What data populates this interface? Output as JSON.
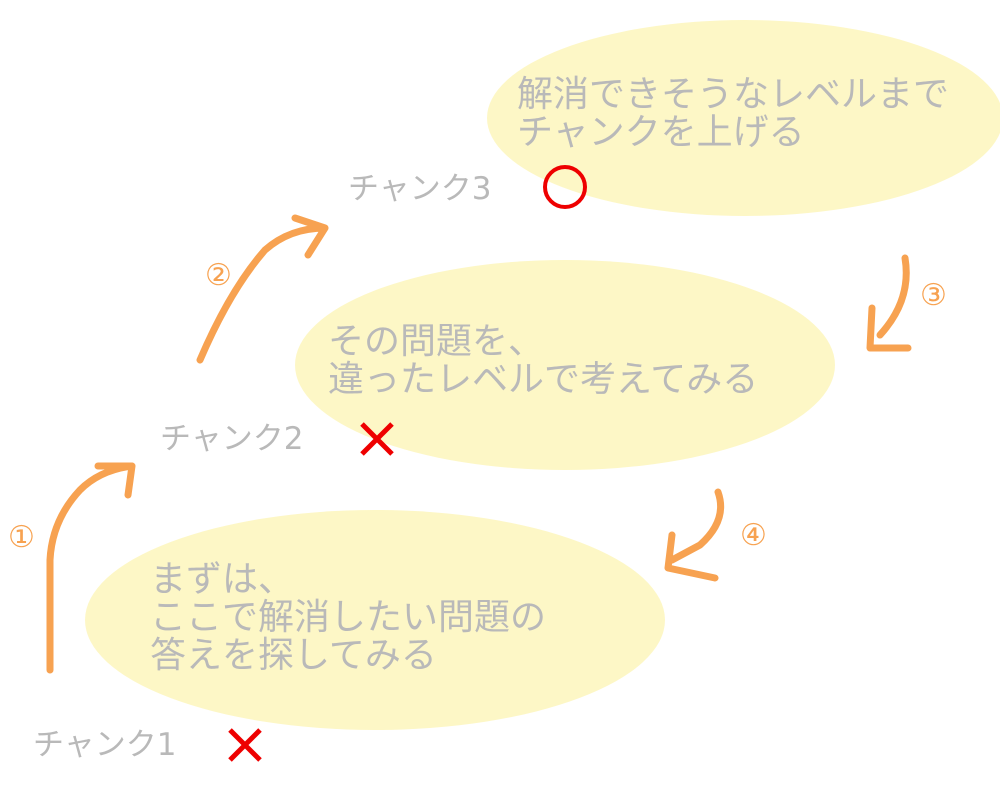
{
  "colors": {
    "blob": "#fdf6c0",
    "arrow": "#f7a251",
    "text": "#b9b9b9",
    "mark": "#ee0000"
  },
  "bubbles": [
    {
      "lines": [
        "解消できそうなレベルまで",
        "チャンクを上げる"
      ]
    },
    {
      "lines": [
        "その問題を、",
        "違ったレベルで考えてみる"
      ]
    },
    {
      "lines": [
        "まずは、",
        "ここで解消したい問題の",
        "答えを探してみる"
      ]
    }
  ],
  "levels": [
    {
      "label": "チャンク3",
      "mark": "circle"
    },
    {
      "label": "チャンク2",
      "mark": "cross"
    },
    {
      "label": "チャンク1",
      "mark": "cross"
    }
  ],
  "steps": [
    "①",
    "②",
    "③",
    "④"
  ]
}
